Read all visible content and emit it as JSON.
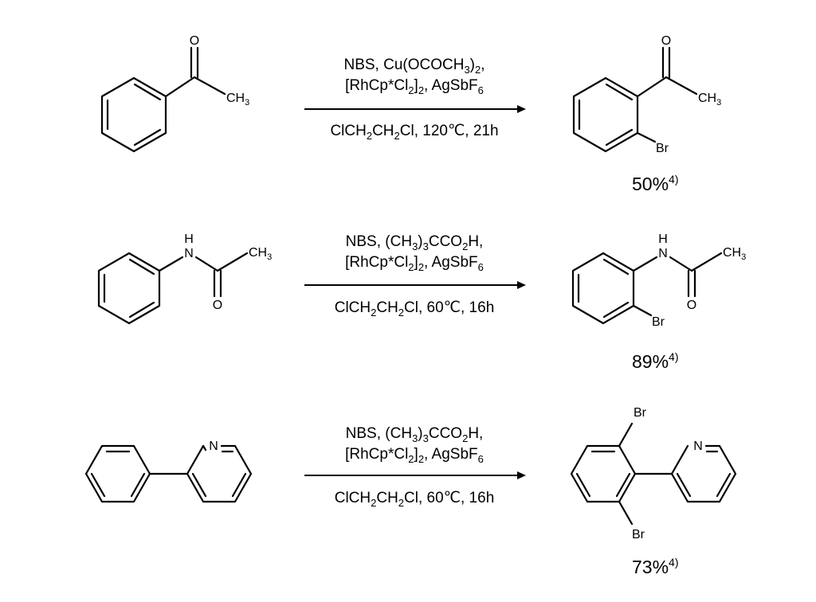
{
  "reactions": [
    {
      "reactant": {
        "labels": {
          "o": "O",
          "ch3": "CH",
          "ch3_sub": "3"
        }
      },
      "conditions": {
        "line1": [
          {
            "t": "NBS, Cu(OCOCH"
          },
          {
            "t": "3",
            "sub": true
          },
          {
            "t": ")"
          },
          {
            "t": "2",
            "sub": true
          },
          {
            "t": ","
          }
        ],
        "line2": [
          {
            "t": "[RhCp*Cl"
          },
          {
            "t": "2",
            "sub": true
          },
          {
            "t": "]"
          },
          {
            "t": "2",
            "sub": true
          },
          {
            "t": ", AgSbF"
          },
          {
            "t": "6",
            "sub": true
          }
        ],
        "line3": [
          {
            "t": "ClCH"
          },
          {
            "t": "2",
            "sub": true
          },
          {
            "t": "CH"
          },
          {
            "t": "2",
            "sub": true
          },
          {
            "t": "Cl, 120℃, 21h"
          }
        ]
      },
      "product": {
        "labels": {
          "o": "O",
          "ch3": "CH",
          "ch3_sub": "3",
          "br": "Br"
        }
      },
      "yield": {
        "value": "50%",
        "ref": "4)"
      }
    },
    {
      "reactant": {
        "labels": {
          "h": "H",
          "n": "N",
          "o": "O",
          "ch3": "CH",
          "ch3_sub": "3"
        }
      },
      "conditions": {
        "line1": [
          {
            "t": "NBS, (CH"
          },
          {
            "t": "3",
            "sub": true
          },
          {
            "t": ")"
          },
          {
            "t": "3",
            "sub": true
          },
          {
            "t": "CCO"
          },
          {
            "t": "2",
            "sub": true
          },
          {
            "t": "H,"
          }
        ],
        "line2": [
          {
            "t": "[RhCp*Cl"
          },
          {
            "t": "2",
            "sub": true
          },
          {
            "t": "]"
          },
          {
            "t": "2",
            "sub": true
          },
          {
            "t": ", AgSbF"
          },
          {
            "t": "6",
            "sub": true
          }
        ],
        "line3": [
          {
            "t": "ClCH"
          },
          {
            "t": "2",
            "sub": true
          },
          {
            "t": "CH"
          },
          {
            "t": "2",
            "sub": true
          },
          {
            "t": "Cl, 60℃, 16h"
          }
        ]
      },
      "product": {
        "labels": {
          "h": "H",
          "n": "N",
          "o": "O",
          "ch3": "CH",
          "ch3_sub": "3",
          "br": "Br"
        }
      },
      "yield": {
        "value": "89%",
        "ref": "4)"
      }
    },
    {
      "reactant": {
        "labels": {
          "n": "N"
        }
      },
      "conditions": {
        "line1": [
          {
            "t": "NBS, (CH"
          },
          {
            "t": "3",
            "sub": true
          },
          {
            "t": ")"
          },
          {
            "t": "3",
            "sub": true
          },
          {
            "t": "CCO"
          },
          {
            "t": "2",
            "sub": true
          },
          {
            "t": "H,"
          }
        ],
        "line2": [
          {
            "t": "[RhCp*Cl"
          },
          {
            "t": "2",
            "sub": true
          },
          {
            "t": "]"
          },
          {
            "t": "2",
            "sub": true
          },
          {
            "t": ", AgSbF"
          },
          {
            "t": "6",
            "sub": true
          }
        ],
        "line3": [
          {
            "t": "ClCH"
          },
          {
            "t": "2",
            "sub": true
          },
          {
            "t": "CH"
          },
          {
            "t": "2",
            "sub": true
          },
          {
            "t": "Cl, 60℃, 16h"
          }
        ]
      },
      "product": {
        "labels": {
          "n": "N",
          "br_top": "Br",
          "br_bottom": "Br"
        }
      },
      "yield": {
        "value": "73%",
        "ref": "4)"
      }
    }
  ]
}
